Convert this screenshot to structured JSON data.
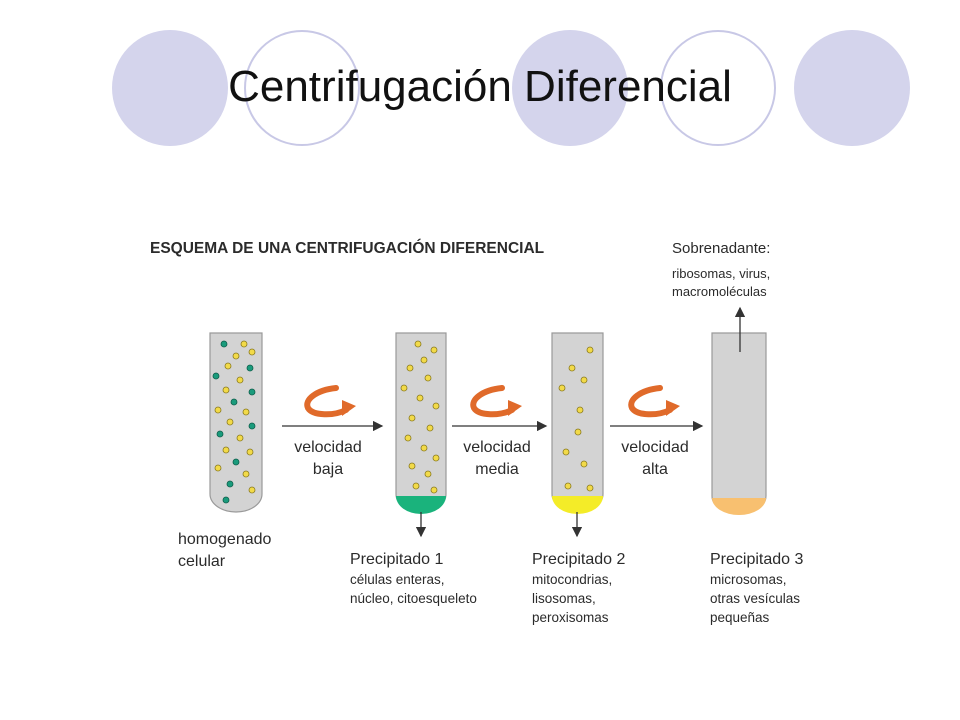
{
  "slide": {
    "title": "Centrifugación Diferencial"
  },
  "colors": {
    "circle_fill": "#d4d4ec",
    "circle_ring": "#c8c8e6",
    "tube_fill": "#d3d3d3",
    "arrow_orange": "#e06a2a",
    "dot_green": "#1a9b7c",
    "dot_yellow": "#f2da48",
    "precipitate_1": "#1ab37c",
    "precipitate_2": "#f4ec28",
    "precipitate_3": "#f8c070"
  },
  "diagram": {
    "heading": "ESQUEMA DE UNA CENTRIFUGACIÓN DIFERENCIAL",
    "supernatant": {
      "title": "Sobrenadante:",
      "line1": "ribosomas, virus,",
      "line2": "macromoléculas"
    },
    "tubes": [
      {
        "label_line1": "homogenado",
        "label_line2": "celular"
      },
      {
        "title": "Precipitado 1",
        "line1": "células enteras,",
        "line2": "núcleo, citoesqueleto"
      },
      {
        "title": "Precipitado 2",
        "line1": "mitocondrias,",
        "line2": "lisosomas,",
        "line3": "peroxisomas"
      },
      {
        "title": "Precipitado 3",
        "line1": "microsomas,",
        "line2": "otras vesículas",
        "line3": "pequeñas"
      }
    ],
    "steps": [
      {
        "line1": "velocidad",
        "line2": "baja",
        "icon": "rotation-arrow-icon"
      },
      {
        "line1": "velocidad",
        "line2": "media",
        "icon": "rotation-arrow-icon"
      },
      {
        "line1": "velocidad",
        "line2": "alta",
        "icon": "rotation-arrow-icon"
      }
    ]
  }
}
